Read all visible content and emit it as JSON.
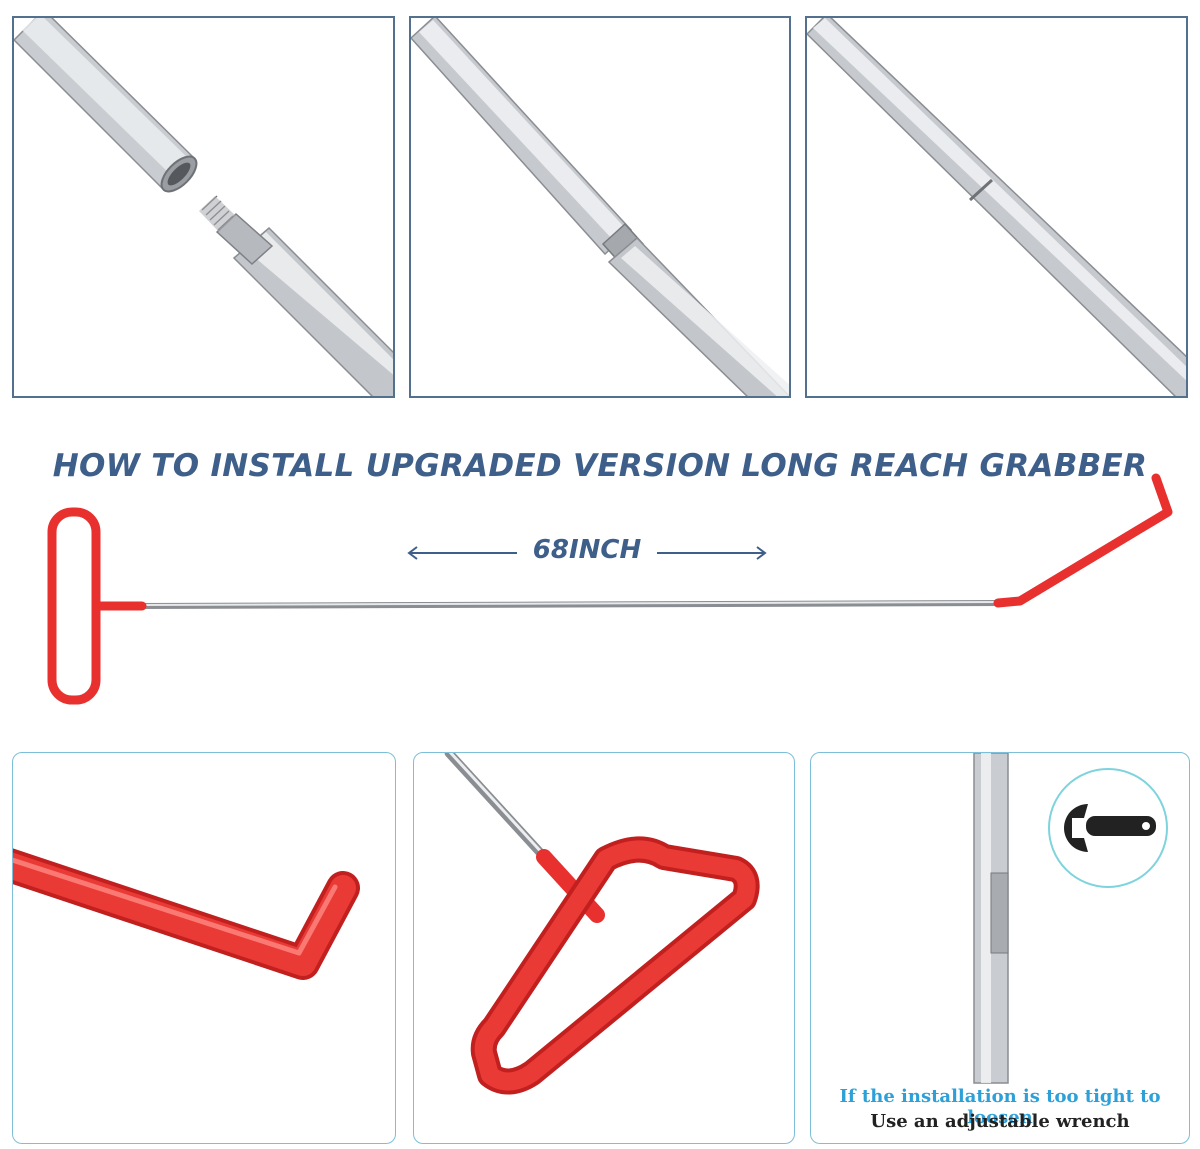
{
  "heading": "HOW TO INSTALL UPGRADED VERSION LONG REACH GRABBER",
  "length_label": "68INCH",
  "colors": {
    "heading": "#3d5f8a",
    "tool_coating": "#e8302f",
    "panel_border_top": "#53708f",
    "panel_border_bottom": "#7dbfd9",
    "note_highlight": "#2ea0d8"
  },
  "steps": [
    {
      "id": "step-1",
      "depicts": "rod-sections-separated"
    },
    {
      "id": "step-2",
      "depicts": "rod-sections-screwing"
    },
    {
      "id": "step-3",
      "depicts": "rod-sections-joined"
    }
  ],
  "details": [
    {
      "id": "detail-hook",
      "depicts": "hook-end"
    },
    {
      "id": "detail-handle",
      "depicts": "t-handle"
    },
    {
      "id": "detail-wrench",
      "depicts": "wrench-flat",
      "icon": "wrench-icon"
    }
  ],
  "tip": {
    "line1": "If the installation is too tight to loosen",
    "line2": "Use an adjustable wrench"
  }
}
